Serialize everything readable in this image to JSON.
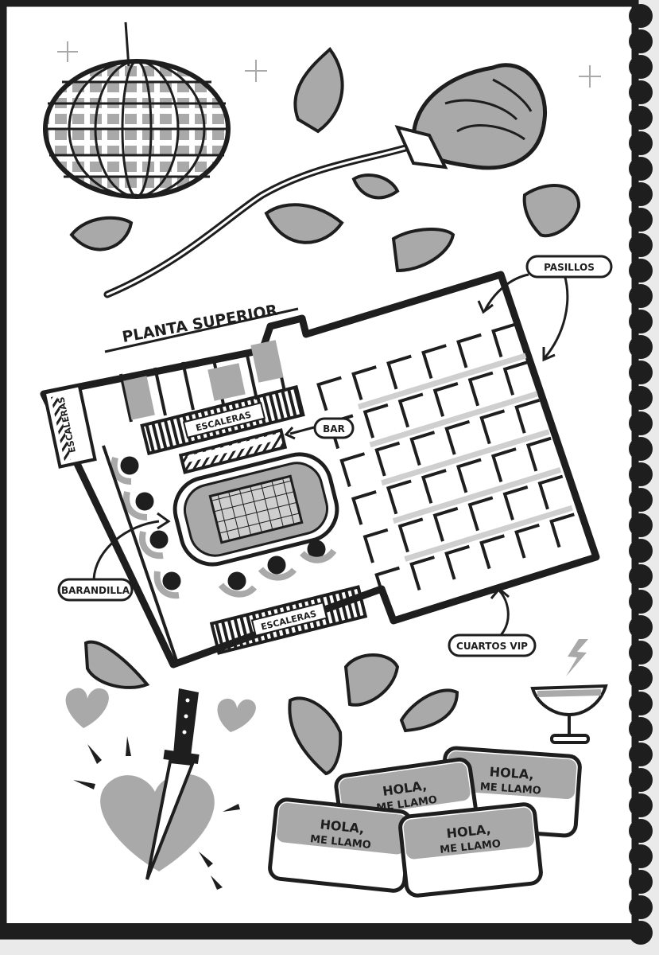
{
  "colors": {
    "ink": "#1e1e1e",
    "gray": "#a9a9a9",
    "light_gray": "#cfcfcf",
    "paper": "#ffffff",
    "background": "#eaeaea"
  },
  "map": {
    "title": "PLANTA SUPERIOR",
    "rooms": {
      "stairs_side": "ESCALERAS",
      "stairs_top": "ESCALERAS",
      "stairs_bottom": "ESCALERAS"
    },
    "callouts": {
      "bar": "BAR",
      "corridors": "PASILLOS",
      "railing": "BARANDILLA",
      "vip_rooms": "CUARTOS VIP"
    }
  },
  "name_tags": [
    {
      "greeting": "HOLA,",
      "line": "ME LLAMO"
    },
    {
      "greeting": "HOLA,",
      "line": "ME LLAMO"
    },
    {
      "greeting": "HOLA,",
      "line": "ME LLAMO"
    },
    {
      "greeting": "HOLA,",
      "line": "ME LLAMO"
    }
  ],
  "decorations": [
    "disco-ball-icon",
    "rose-icon",
    "petal-icon",
    "knife-heart-icon",
    "heart-icon",
    "cocktail-glass-icon",
    "lightning-icon",
    "sparkle-icon"
  ]
}
